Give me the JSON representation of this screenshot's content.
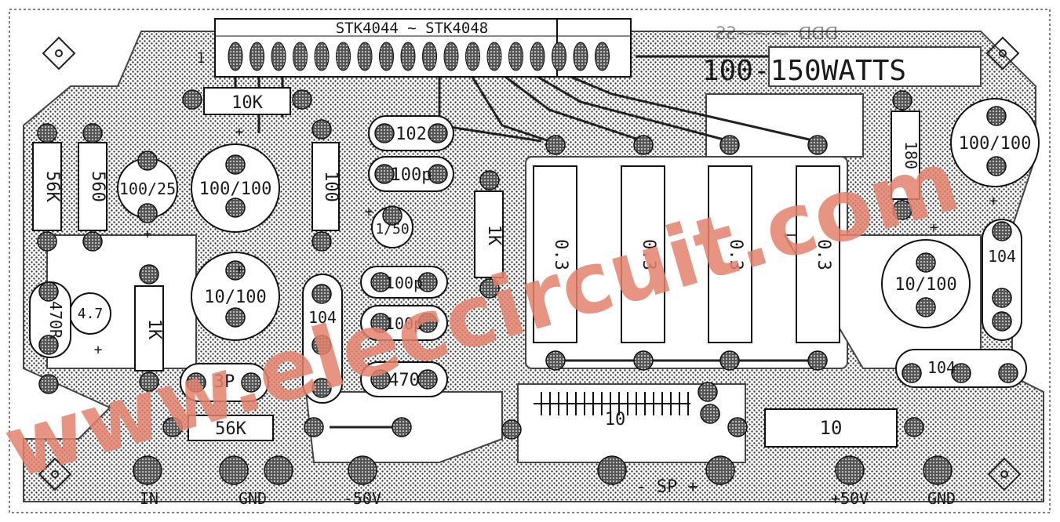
{
  "board": {
    "ic_label": "STK4044 ~ STK4048",
    "pin_one": "1",
    "power_label": "100-150WATTS",
    "top_scribble": "ƧƧ⁓⁓⁓ ᗡᗡᗡ"
  },
  "components": {
    "r_10k": "10K",
    "r_56k_left": "56K",
    "r_560": "560",
    "c_100_25": "100/25",
    "c_100_100_left": "100/100",
    "r_100": "100",
    "c_102": "102",
    "c_100p_top": "100p",
    "c_1_50": "1/50",
    "r_1k_center": "1K",
    "c_10_100_left": "10/100",
    "c_100p_mid": "100p",
    "c_100p_low": "100p",
    "c_104_left": "104",
    "c_470": "470",
    "c_4_7": "4.7",
    "c_470r": "470R",
    "r_1k_left": "1K",
    "c_3p": "3P",
    "r_56k_bottom": "56K",
    "r_03_1": "0.3",
    "r_03_2": "0.3",
    "r_03_3": "0.3",
    "r_03_4": "0.3",
    "r_10_inductor": "10",
    "r_10_right": "10",
    "r_180": "180",
    "c_100_100_right": "100/100",
    "c_10_100_right": "10/100",
    "c_104_right_vertical": "104",
    "c_104_right_horizontal": "104",
    "plus": "+"
  },
  "terminals": {
    "in": "IN",
    "gnd_in": "GND",
    "neg50": "-50V",
    "sp": "- SP +",
    "pos50": "+50V",
    "gnd": "GND"
  },
  "watermark": "www.eleccircuit.com",
  "colors": {
    "copper": "#2b2b2b",
    "hatch": "#8a8a8a",
    "watermark": "#e4826e",
    "background": "#ffffff"
  }
}
